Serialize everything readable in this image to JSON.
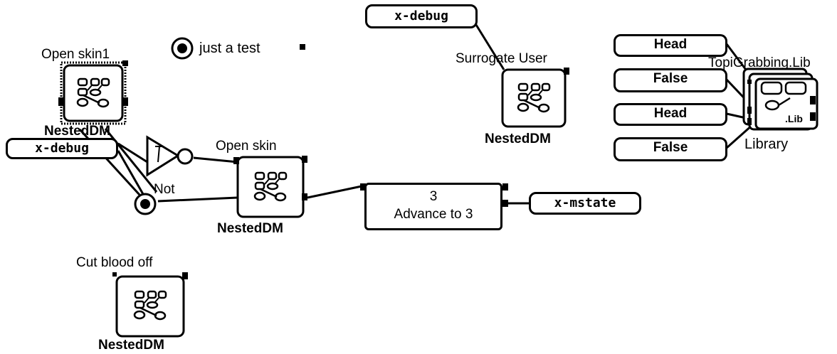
{
  "nodes": {
    "open_skin1": {
      "title": "Open skin1",
      "type": "NestedDM"
    },
    "open_skin": {
      "title": "Open skin",
      "type": "NestedDM"
    },
    "cut_blood_off": {
      "title": "Cut blood off",
      "type": "NestedDM"
    },
    "surrogate_user": {
      "title": "Surrogate User",
      "type": "NestedDM"
    },
    "library": {
      "title": "TopiGrabbing.Lib",
      "type": "Library",
      "icon_text": ".Lib"
    },
    "not_gate": {
      "label": "Not"
    },
    "advance": {
      "value": "3",
      "label": "Advance to 3"
    },
    "radio": {
      "label": "just a test"
    }
  },
  "variables": {
    "xdebug_left": "x-debug",
    "xdebug_top": "x-debug",
    "xmstate": "x-mstate"
  },
  "library_inputs": [
    "Head",
    "False",
    "Head",
    "False"
  ]
}
